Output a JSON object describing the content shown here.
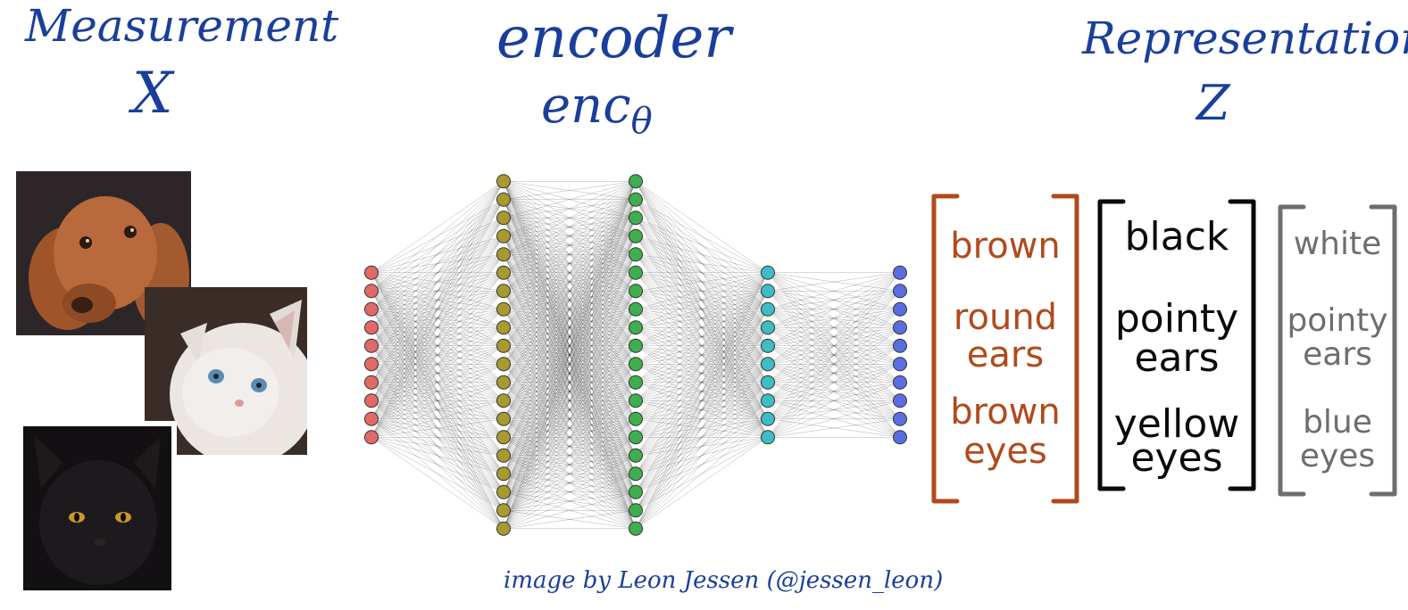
{
  "headings": {
    "measurement_title": "Measurement",
    "measurement_symbol": "X",
    "encoder_title": "encoder",
    "encoder_symbol_base": "enc",
    "encoder_symbol_sub": "θ",
    "representation_title": "Representation",
    "representation_symbol": "Z"
  },
  "credit": "image by Leon Jessen (@jessen_leon)",
  "network": {
    "layers": [
      {
        "nodes": 10,
        "color": "#e06a68"
      },
      {
        "nodes": 20,
        "color": "#a89a2e"
      },
      {
        "nodes": 20,
        "color": "#3fae4e"
      },
      {
        "nodes": 10,
        "color": "#3fbcc4"
      },
      {
        "nodes": 10,
        "color": "#5a6ee0"
      }
    ]
  },
  "representations": [
    {
      "color": "#b04a1c",
      "lines": [
        "brown",
        "round",
        "ears",
        "brown",
        "eyes"
      ]
    },
    {
      "color": "#0a0a0a",
      "lines": [
        "black",
        "pointy",
        "ears",
        "yellow",
        "eyes"
      ]
    },
    {
      "color": "#6e6e6e",
      "lines": [
        "white",
        "pointy",
        "ears",
        "blue",
        "eyes"
      ]
    }
  ]
}
